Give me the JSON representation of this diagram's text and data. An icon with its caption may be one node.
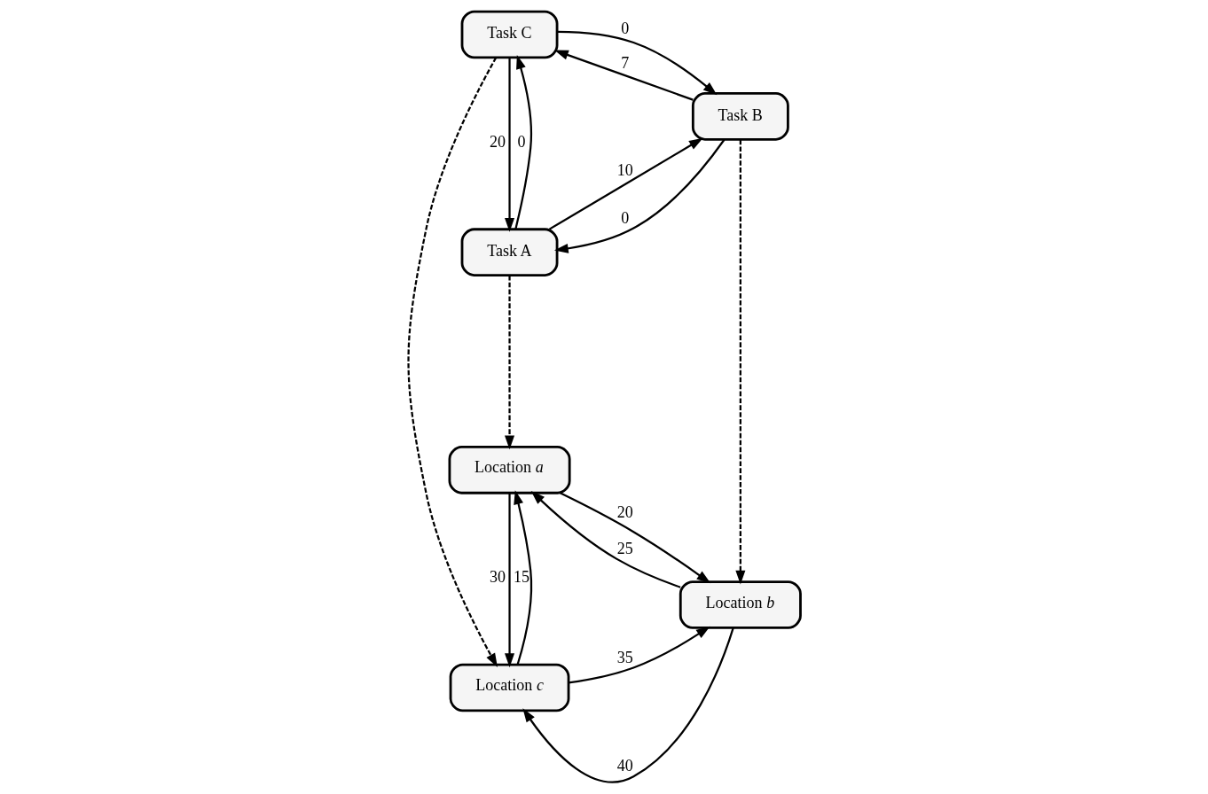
{
  "diagram": {
    "nodes": [
      {
        "text": [
          "Task A"
        ]
      },
      {
        "text": [
          "Task B"
        ]
      },
      {
        "text": [
          "Task C"
        ]
      },
      {
        "text": [
          "Location *a*"
        ]
      },
      {
        "text": [
          "Location *b*"
        ]
      },
      {
        "text": [
          "Location *c*"
        ]
      }
    ],
    "edges": [
      {
        "from": 0,
        "to": 1,
        "arrow": "to",
        "label": "10"
      },
      {
        "from": 1,
        "to": 0,
        "arrow": "to",
        "label": "0"
      },
      {
        "from": 0,
        "to": 2,
        "arrow": "to",
        "label": "0"
      },
      {
        "from": 2,
        "to": 0,
        "arrow": "to",
        "label": "20"
      },
      {
        "from": 1,
        "to": 2,
        "arrow": "to",
        "label": "7"
      },
      {
        "from": 2,
        "to": 1,
        "arrow": "to",
        "label": "0"
      },
      {
        "from": 0,
        "to": 3,
        "arrow": "to",
        "style": "dashed"
      },
      {
        "from": 1,
        "to": 4,
        "arrow": "to",
        "style": "dashed"
      },
      {
        "from": 2,
        "to": 5,
        "arrow": "to",
        "style": "dashed"
      },
      {
        "from": 3,
        "to": 4,
        "arrow": "to",
        "label": "20"
      },
      {
        "from": 4,
        "to": 3,
        "arrow": "to",
        "label": "25"
      },
      {
        "from": 3,
        "to": 5,
        "arrow": "to",
        "label": "30"
      },
      {
        "from": 5,
        "to": 3,
        "arrow": "to",
        "label": "15"
      },
      {
        "from": 4,
        "to": 5,
        "arrow": "to",
        "label": "40"
      },
      {
        "from": 5,
        "to": 4,
        "arrow": "to",
        "label": "35"
      }
    ]
  }
}
